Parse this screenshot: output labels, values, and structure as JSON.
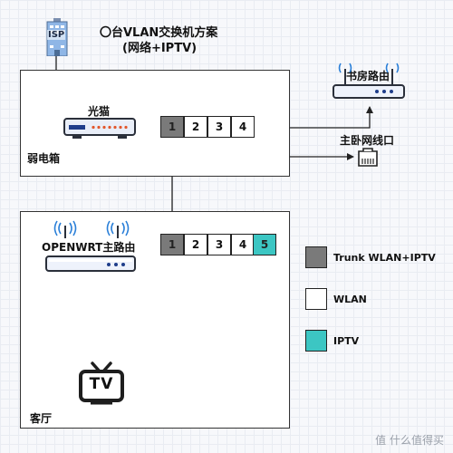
{
  "title": {
    "line1": "〇台VLAN交换机方案",
    "line2": "(网络+IPTV)"
  },
  "isp": {
    "label": "ISP"
  },
  "weak_box": {
    "label": "弱电箱",
    "modem_label": "光猫",
    "ports": [
      "1",
      "2",
      "3",
      "4"
    ]
  },
  "study_router": {
    "label": "书房路由"
  },
  "master_bedroom": {
    "label": "主卧网线口"
  },
  "living_room": {
    "label": "客厅",
    "router_label": "OPENWRT主路由",
    "ports": [
      "1",
      "2",
      "3",
      "4",
      "5"
    ],
    "tv_label": "TV"
  },
  "legend": [
    {
      "label": "Trunk WLAN+IPTV",
      "color": "#7a7a7a"
    },
    {
      "label": "WLAN",
      "color": "#ffffff"
    },
    {
      "label": "IPTV",
      "color": "#3cc6c3"
    }
  ],
  "watermark": "值 什么值得买"
}
